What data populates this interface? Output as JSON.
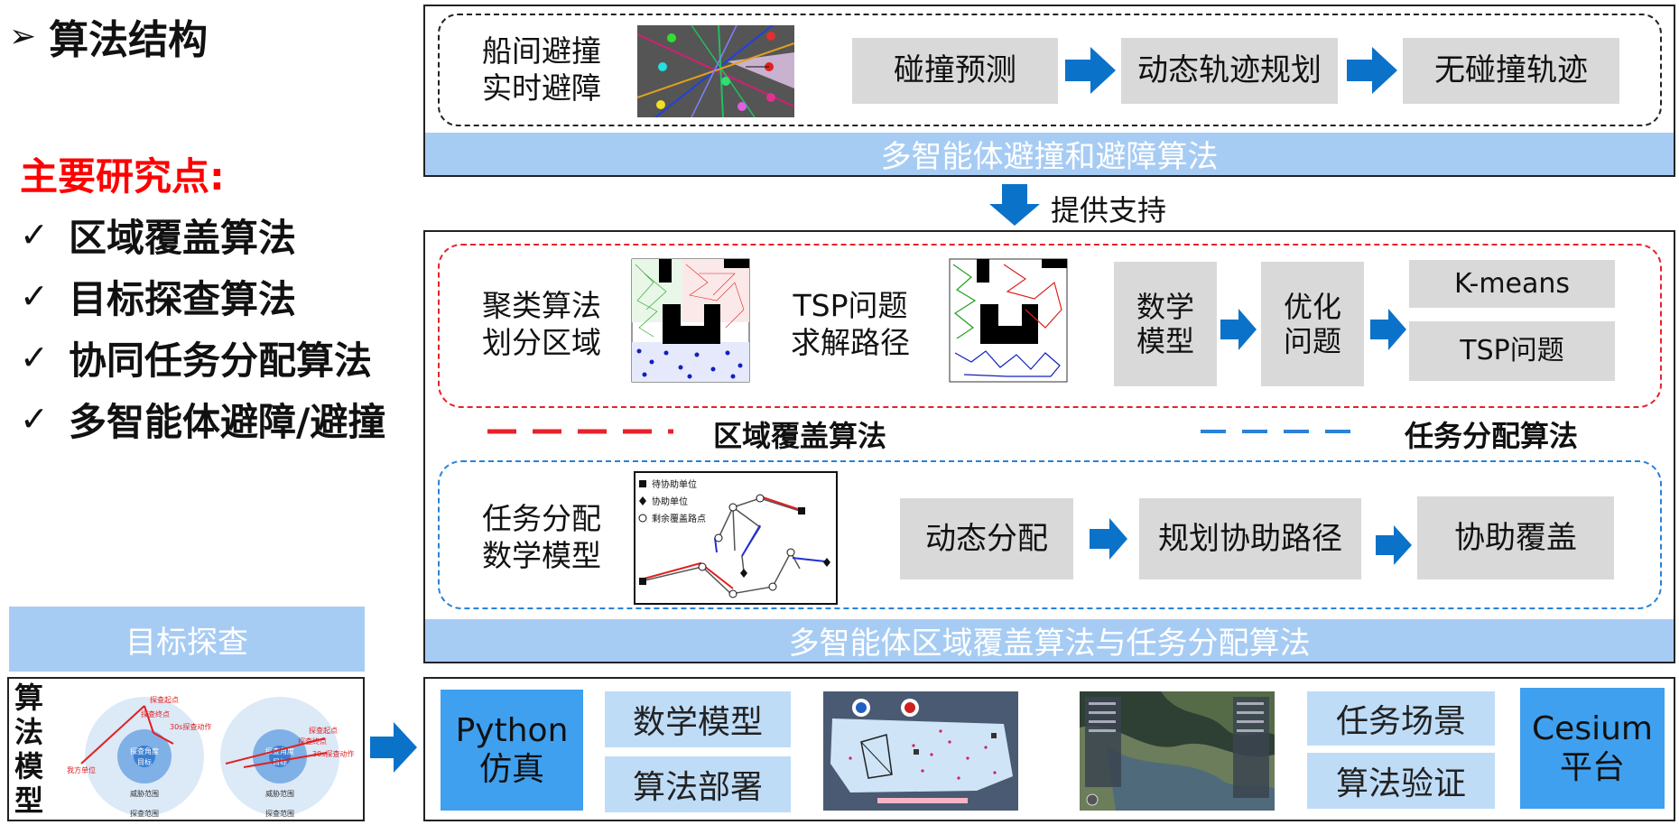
{
  "left": {
    "title_marker": "➢",
    "title": "算法结构",
    "research_heading": "主要研究点:",
    "check_mark": "✓",
    "points": [
      "区域覆盖算法",
      "目标探查算法",
      "协同任务分配算法",
      "多智能体避障/避撞"
    ],
    "target_explore_banner": "目标探查",
    "algo_model_label": [
      "算",
      "法",
      "模",
      "型"
    ],
    "model_diagram": {
      "left": {
        "start": "探查起点",
        "action": "30s探查动作",
        "end": "探查终点",
        "own": "我方单位",
        "target": "目标",
        "threat": "威胁范围",
        "explore_range": "探查范围",
        "circle_label": "探查角度"
      },
      "right": {
        "start": "探查起点",
        "end": "探查终点",
        "action": "30s探查动作",
        "target": "目标",
        "threat": "威胁范围",
        "explore_range": "探查范围",
        "circle_label": "探查角度"
      }
    }
  },
  "top_panel": {
    "label": [
      "船间避撞",
      "实时避障"
    ],
    "steps": [
      "碰撞预测",
      "动态轨迹规划",
      "无碰撞轨迹"
    ],
    "banner": "多智能体避撞和避障算法"
  },
  "support_label": "提供支持",
  "middle_panel": {
    "red_box": {
      "label1": [
        "聚类算法",
        "划分区域"
      ],
      "label2": [
        "TSP问题",
        "求解路径"
      ],
      "steps": [
        "数学\n模型",
        "优化\n问题"
      ],
      "outputs": [
        "K-means",
        "TSP问题"
      ]
    },
    "legend_red": "区域覆盖算法",
    "legend_blue": "任务分配算法",
    "blue_box": {
      "label": [
        "任务分配",
        "数学模型"
      ],
      "legend": [
        "待协助单位",
        "协助单位",
        "剩余覆盖路点"
      ],
      "steps": [
        "动态分配",
        "规划协助路径",
        "协助覆盖"
      ]
    },
    "banner": "多智能体区域覆盖算法与任务分配算法"
  },
  "bottom_panel": {
    "python": [
      "Python",
      "仿真"
    ],
    "python_items": [
      "数学模型",
      "算法部署"
    ],
    "cesium_items": [
      "任务场景",
      "算法验证"
    ],
    "cesium": [
      "Cesium",
      "平台"
    ]
  },
  "colors": {
    "arrow_blue": "#0b72c9",
    "banner": "#a7ccf4",
    "red_dash": "#e8222a",
    "blue_dash": "#2a82d8",
    "research_red": "#ff0000"
  }
}
